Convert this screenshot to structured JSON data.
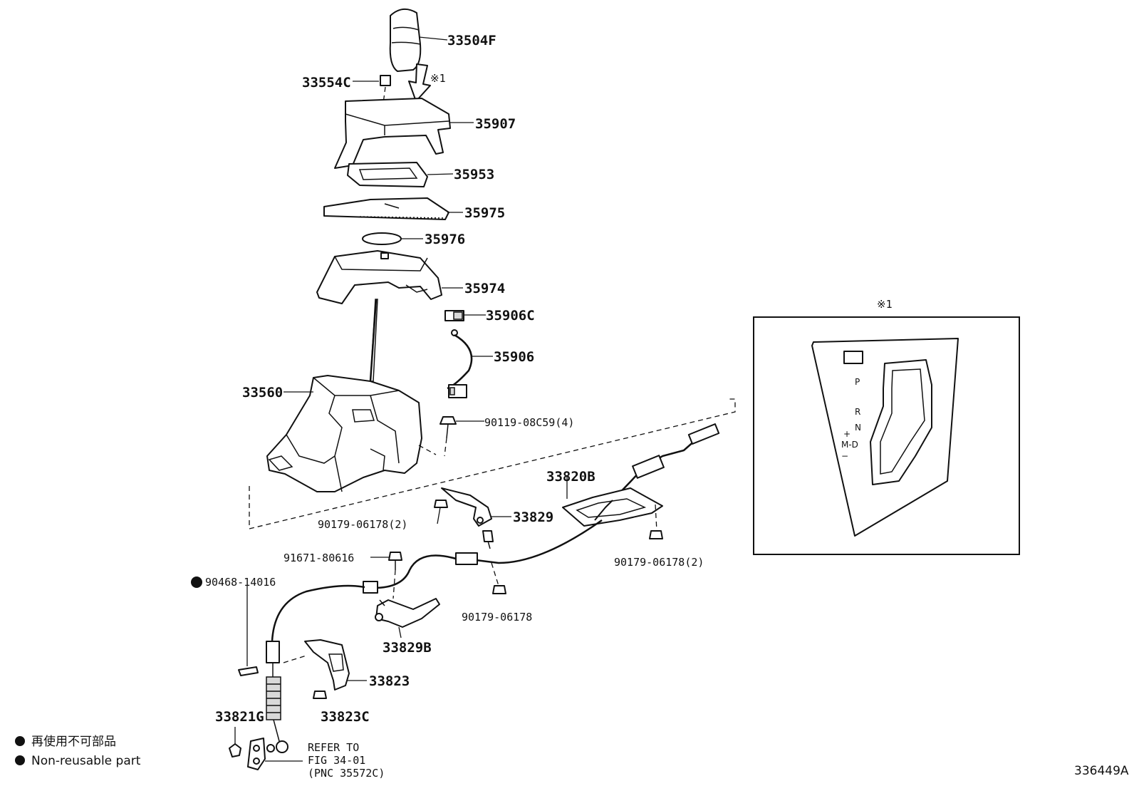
{
  "parts": {
    "p33504F": "33504F",
    "p33554C": "33554C",
    "note_mark_top": "※1",
    "p35907": "35907",
    "p35953": "35953",
    "p35975": "35975",
    "p35976": "35976",
    "p35974": "35974",
    "p35906C": "35906C",
    "p35906": "35906",
    "p33560": "33560",
    "p90119": "90119-08C59(4)",
    "p33820B": "33820B",
    "p90179_a": "90179-06178(2)",
    "p33829": "33829",
    "p90179_b": "90179-06178(2)",
    "p91671": "91671-80616",
    "p90468": "90468-14016",
    "p90179_c": "90179-06178",
    "p33829B": "33829B",
    "p33823": "33823",
    "p33821G": "33821G",
    "p33823C": "33823C"
  },
  "refer": {
    "line1": "REFER TO",
    "line2": "FIG 34-01",
    "line3": "(PNC 35572C)"
  },
  "inset": {
    "mark": "※1",
    "gear_p": "P",
    "gear_r": "R",
    "gear_n": "N",
    "gear_plus": "+",
    "gear_md": "M-D",
    "gear_minus": "−"
  },
  "legend": {
    "jp": "再使用不可部品",
    "en": "Non-reusable part"
  },
  "figure_id": "336449A"
}
